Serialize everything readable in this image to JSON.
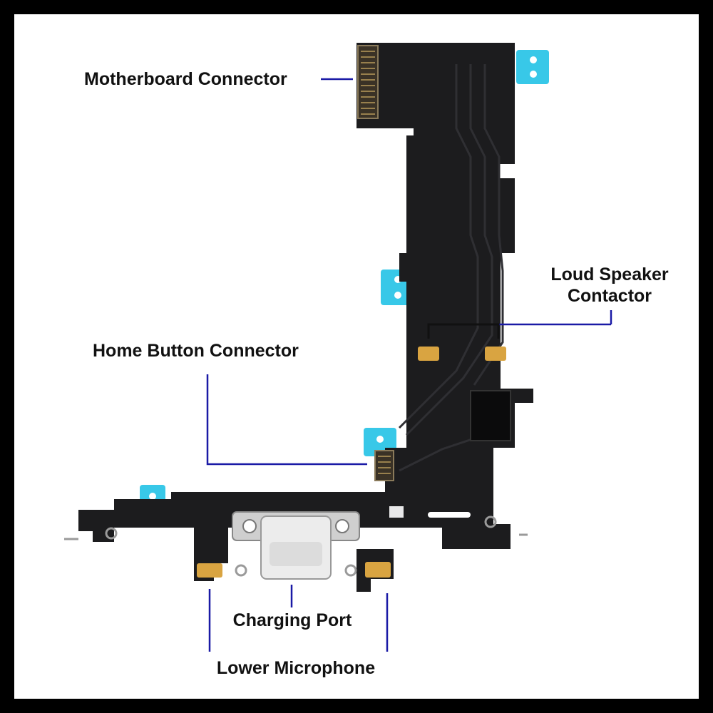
{
  "labels": {
    "motherboard_connector": "Motherboard Connector",
    "loud_speaker_line1": "Loud Speaker",
    "loud_speaker_line2": "Contactor",
    "home_button_connector": "Home Button Connector",
    "charging_port": "Charging Port",
    "lower_microphone": "Lower Microphone"
  },
  "colors": {
    "frame": "#000000",
    "background": "#ffffff",
    "flex_cable": "#1c1c1e",
    "leader_line": "#1a1aa6",
    "tab": "#38c8e8",
    "gold_pad": "#d9a441",
    "port": "#e8e8e8"
  }
}
